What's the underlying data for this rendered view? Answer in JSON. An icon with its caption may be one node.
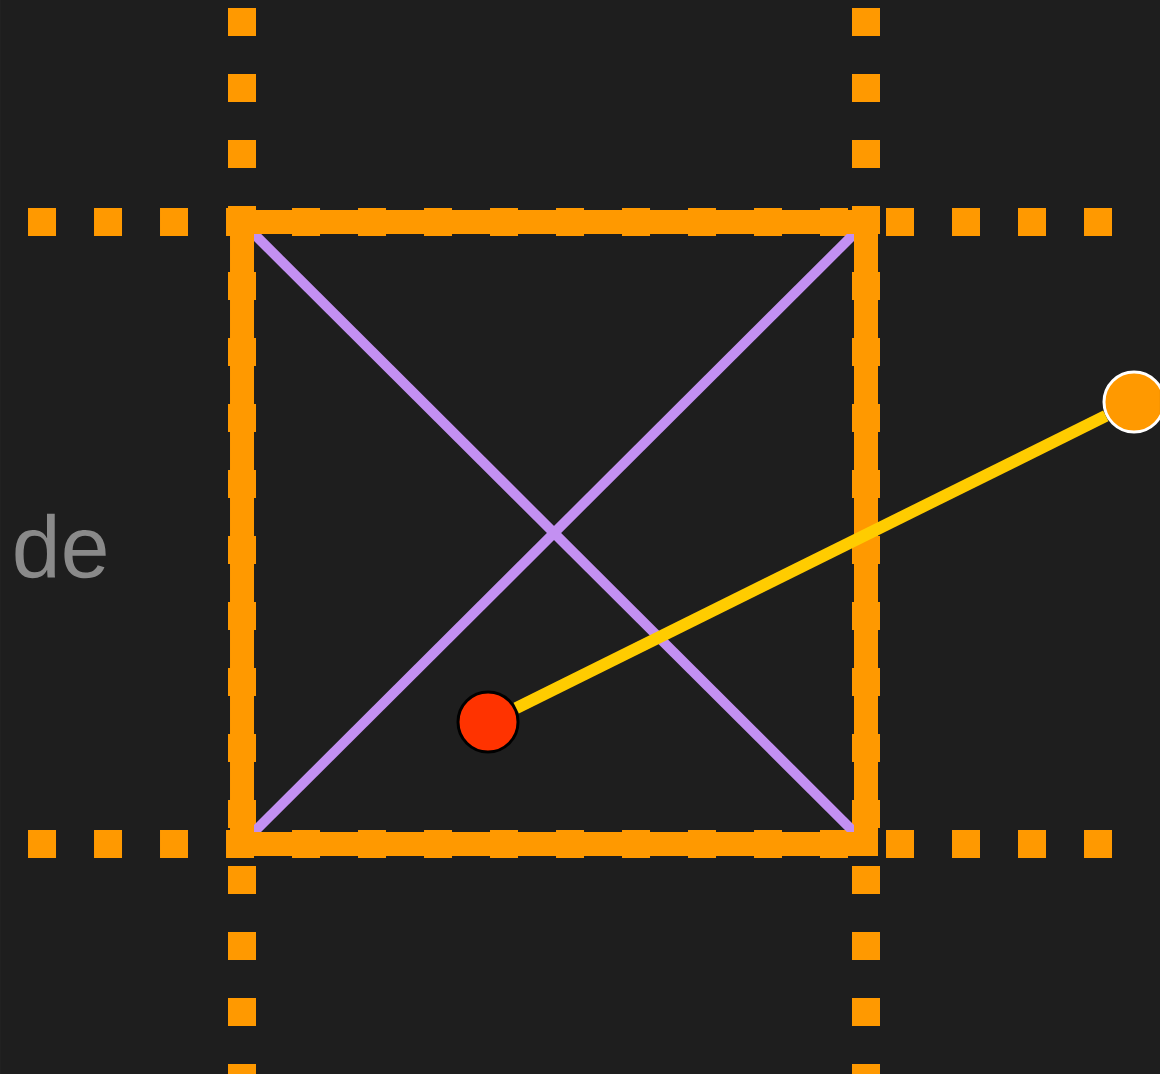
{
  "diagram": {
    "nodes": [
      {
        "text": [],
        "shape": "circle"
      },
      {
        "text": [],
        "shape": "circle"
      }
    ],
    "edges": [
      {
        "from": 0,
        "to": 1,
        "arrow": "none",
        "color": "#ffcc00"
      }
    ],
    "labels": [
      "de"
    ]
  }
}
